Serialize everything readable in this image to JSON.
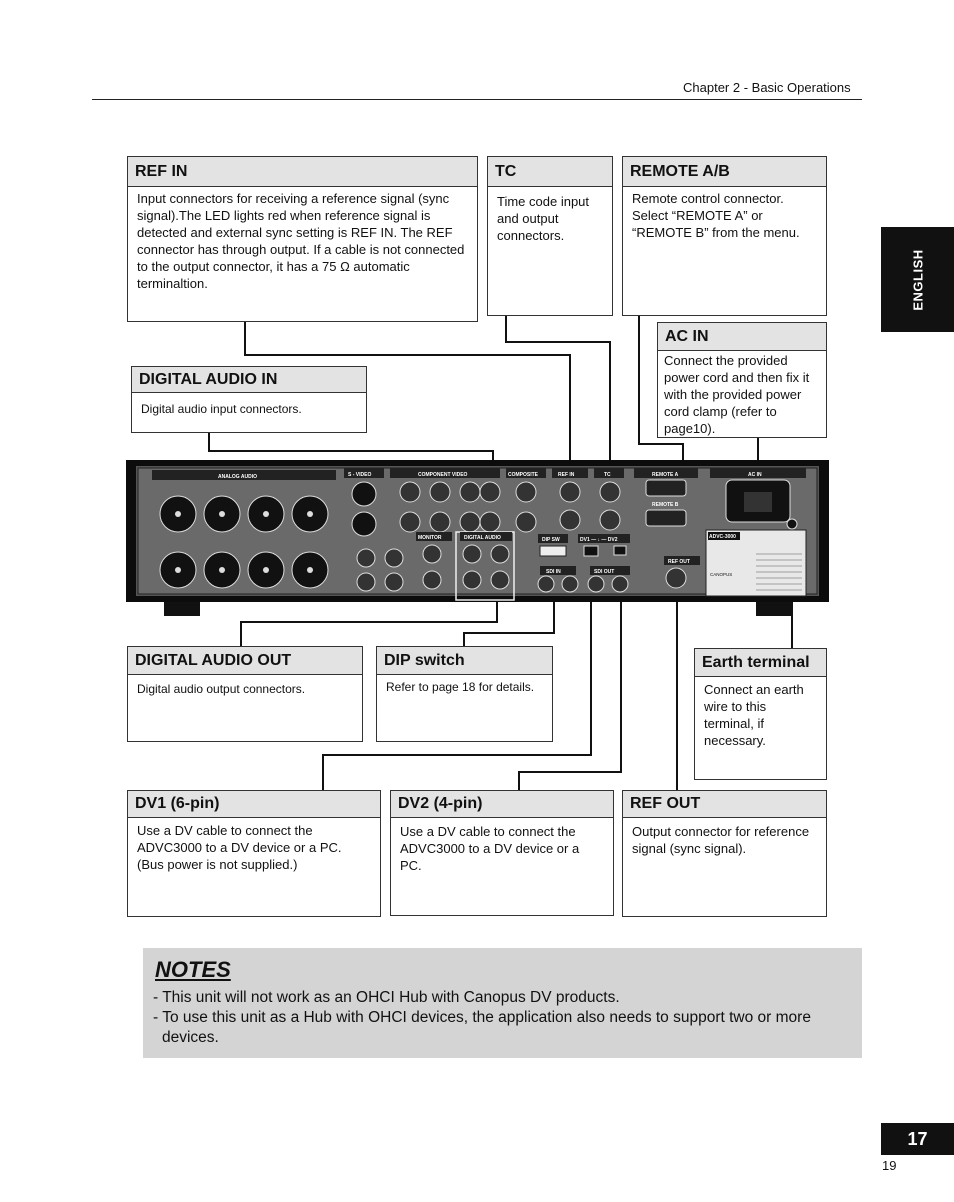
{
  "header": {
    "chapter": "Chapter 2 - Basic Operations"
  },
  "side_tab": {
    "language": "ENGLISH"
  },
  "callouts": {
    "ref_in": {
      "title": "REF IN",
      "body": "Input connectors for receiving a reference signal (sync signal).The LED lights red when reference signal is detected and external sync setting is REF IN. The REF connector has through output. If a cable is not connected to the output connector, it has a 75 Ω automatic terminaltion."
    },
    "tc": {
      "title": "TC",
      "body": "Time code input and output connectors."
    },
    "remote": {
      "title": "REMOTE A/B",
      "body": "Remote control connector. Select “REMOTE A” or “REMOTE B” from the menu."
    },
    "ac_in": {
      "title": "AC IN",
      "body": "Connect the provided power cord and then fix it with the provided power cord clamp (refer to page10)."
    },
    "digital_audio_in": {
      "title": "DIGITAL AUDIO IN",
      "body": "Digital audio input connectors."
    },
    "digital_audio_out": {
      "title": "DIGITAL AUDIO OUT",
      "body": "Digital audio output connectors."
    },
    "dip_switch": {
      "title": "DIP switch",
      "body": "Refer to page 18 for details."
    },
    "earth": {
      "title": "Earth terminal",
      "body": "Connect an earth wire to this terminal, if necessary."
    },
    "dv1": {
      "title": "DV1 (6-pin)",
      "body": "Use a DV cable to connect the ADVC3000 to a DV device or a PC. (Bus power is not supplied.)"
    },
    "dv2": {
      "title": "DV2 (4-pin)",
      "body": "Use a DV cable to connect the ADVC3000 to a DV device or a PC."
    },
    "ref_out": {
      "title": "REF OUT",
      "body": "Output connector for reference signal (sync signal)."
    }
  },
  "panel": {
    "analog_audio": "ANALOG AUDIO",
    "s_video": "S - VIDEO",
    "component_video": "COMPONENT VIDEO",
    "composite": "COMPOSITE",
    "ref_in": "REF IN",
    "tc": "TC",
    "remote_a": "REMOTE A",
    "remote_b": "REMOTE B",
    "ac_in": "AC IN",
    "monitor": "MONITOR",
    "digital_audio": "DIGITAL AUDIO",
    "dip_sw": "DIP SW",
    "dv": "DV1 — ↓ — DV2",
    "sdi_in": "SDI IN",
    "sdi_out": "SDI OUT",
    "ref_out": "REF OUT",
    "model": "ADVC-3000",
    "brand": "CANOPUS"
  },
  "notes": {
    "title": "NOTES",
    "items": [
      "- This unit will not work as an OHCI Hub with Canopus DV products.",
      "- To use this unit as a Hub with OHCI devices, the application also needs to support two or more",
      "devices."
    ]
  },
  "footer": {
    "tab_number": "17",
    "page_number": "19"
  }
}
